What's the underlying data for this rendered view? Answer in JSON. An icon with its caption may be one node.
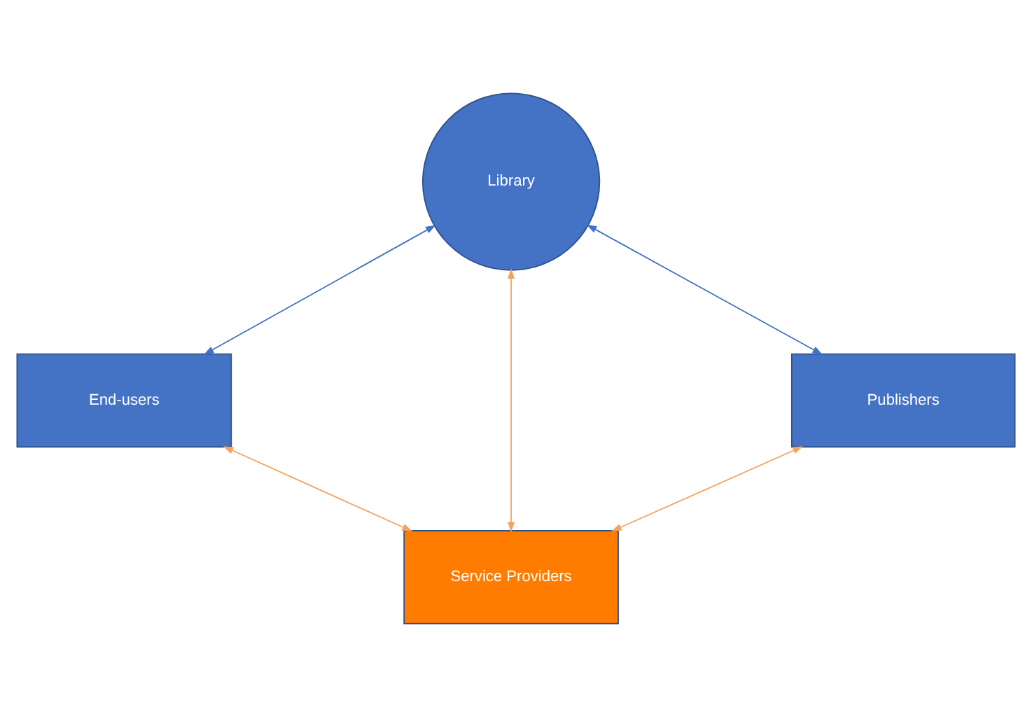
{
  "diagram": {
    "nodes": [
      {
        "text": [
          "Library"
        ]
      },
      {
        "text": [
          "Publishers"
        ]
      },
      {
        "text": [
          "End-users"
        ]
      },
      {
        "text": [
          "Service Providers"
        ]
      }
    ],
    "edges": [
      {
        "from": 1,
        "to": 0,
        "arrow": "both",
        "color": "#4472c4"
      },
      {
        "from": 0,
        "to": 2,
        "arrow": "both",
        "color": "#4472c4"
      },
      {
        "from": 0,
        "to": 3,
        "arrow": "both"
      },
      {
        "from": 1,
        "to": 3,
        "arrow": "both"
      },
      {
        "from": 2,
        "to": 3,
        "arrow": "both"
      }
    ]
  }
}
